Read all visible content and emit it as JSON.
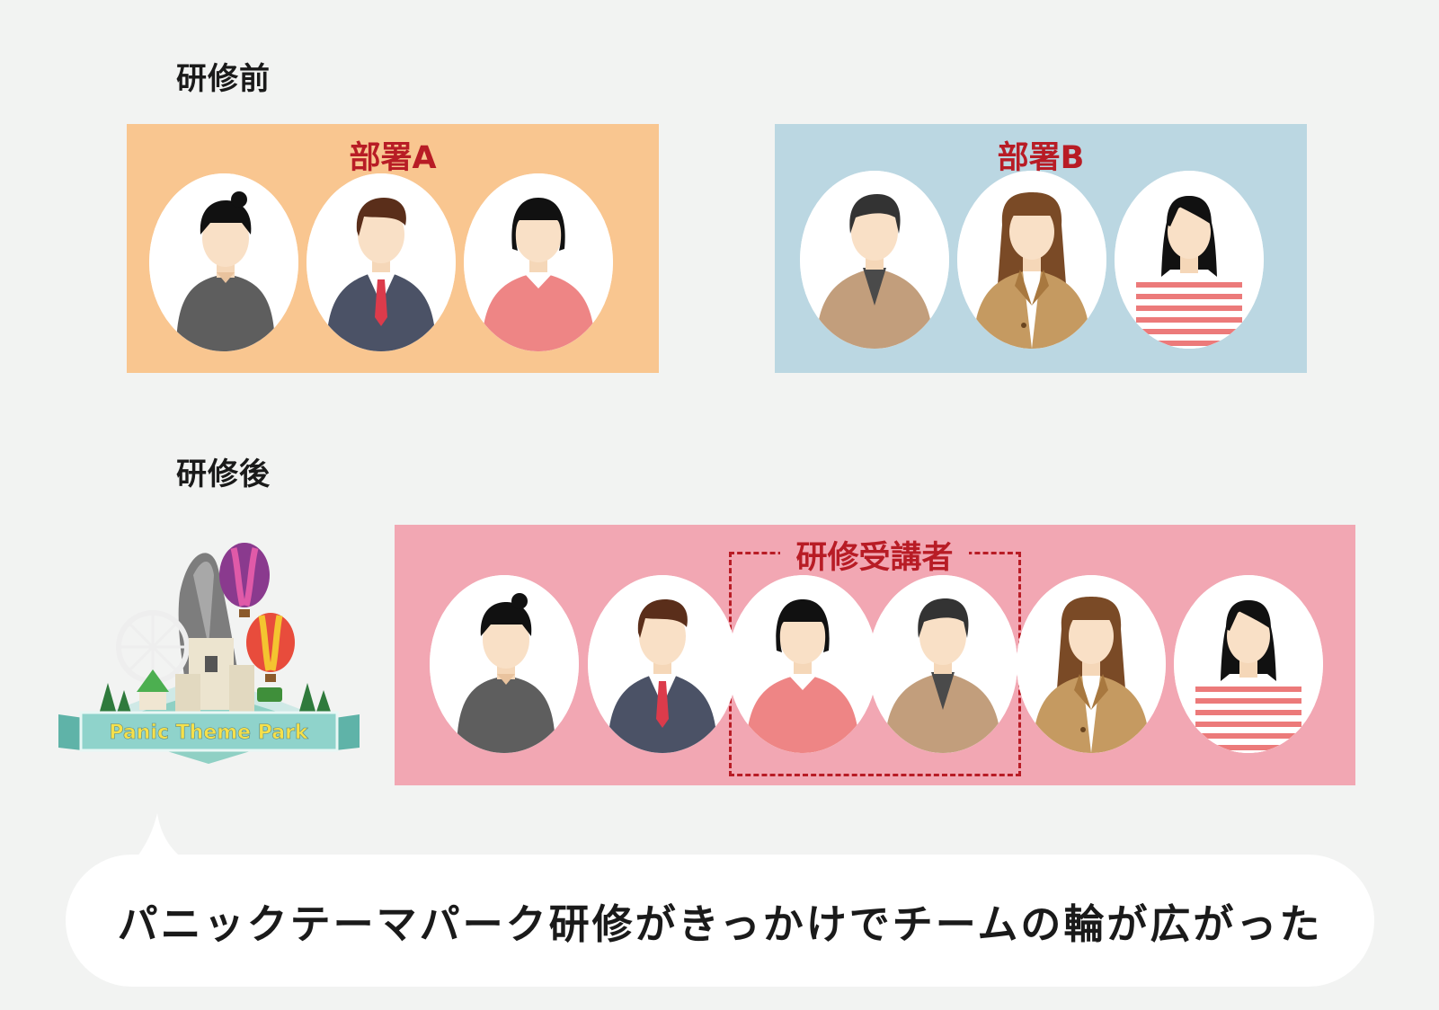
{
  "sections": {
    "before_label": "研修前",
    "after_label": "研修後"
  },
  "department_a": {
    "title": "部署A",
    "bg_color": "#f9c690"
  },
  "department_b": {
    "title": "部署B",
    "bg_color": "#bbd7e2"
  },
  "trainees": {
    "title": "研修受講者",
    "bg_color": "#f2a7b3"
  },
  "title_color": "#b81c25",
  "logo": {
    "text": "Panic Theme Park"
  },
  "bubble": {
    "message": "パニックテーマパーク研修がきっかけでチームの輪が広がった"
  },
  "people_icons": [
    "person-bun-gray-icon",
    "person-suit-man-icon",
    "person-pink-woman-icon",
    "person-tan-man-icon",
    "person-jacket-woman-icon",
    "person-stripe-woman-icon"
  ]
}
